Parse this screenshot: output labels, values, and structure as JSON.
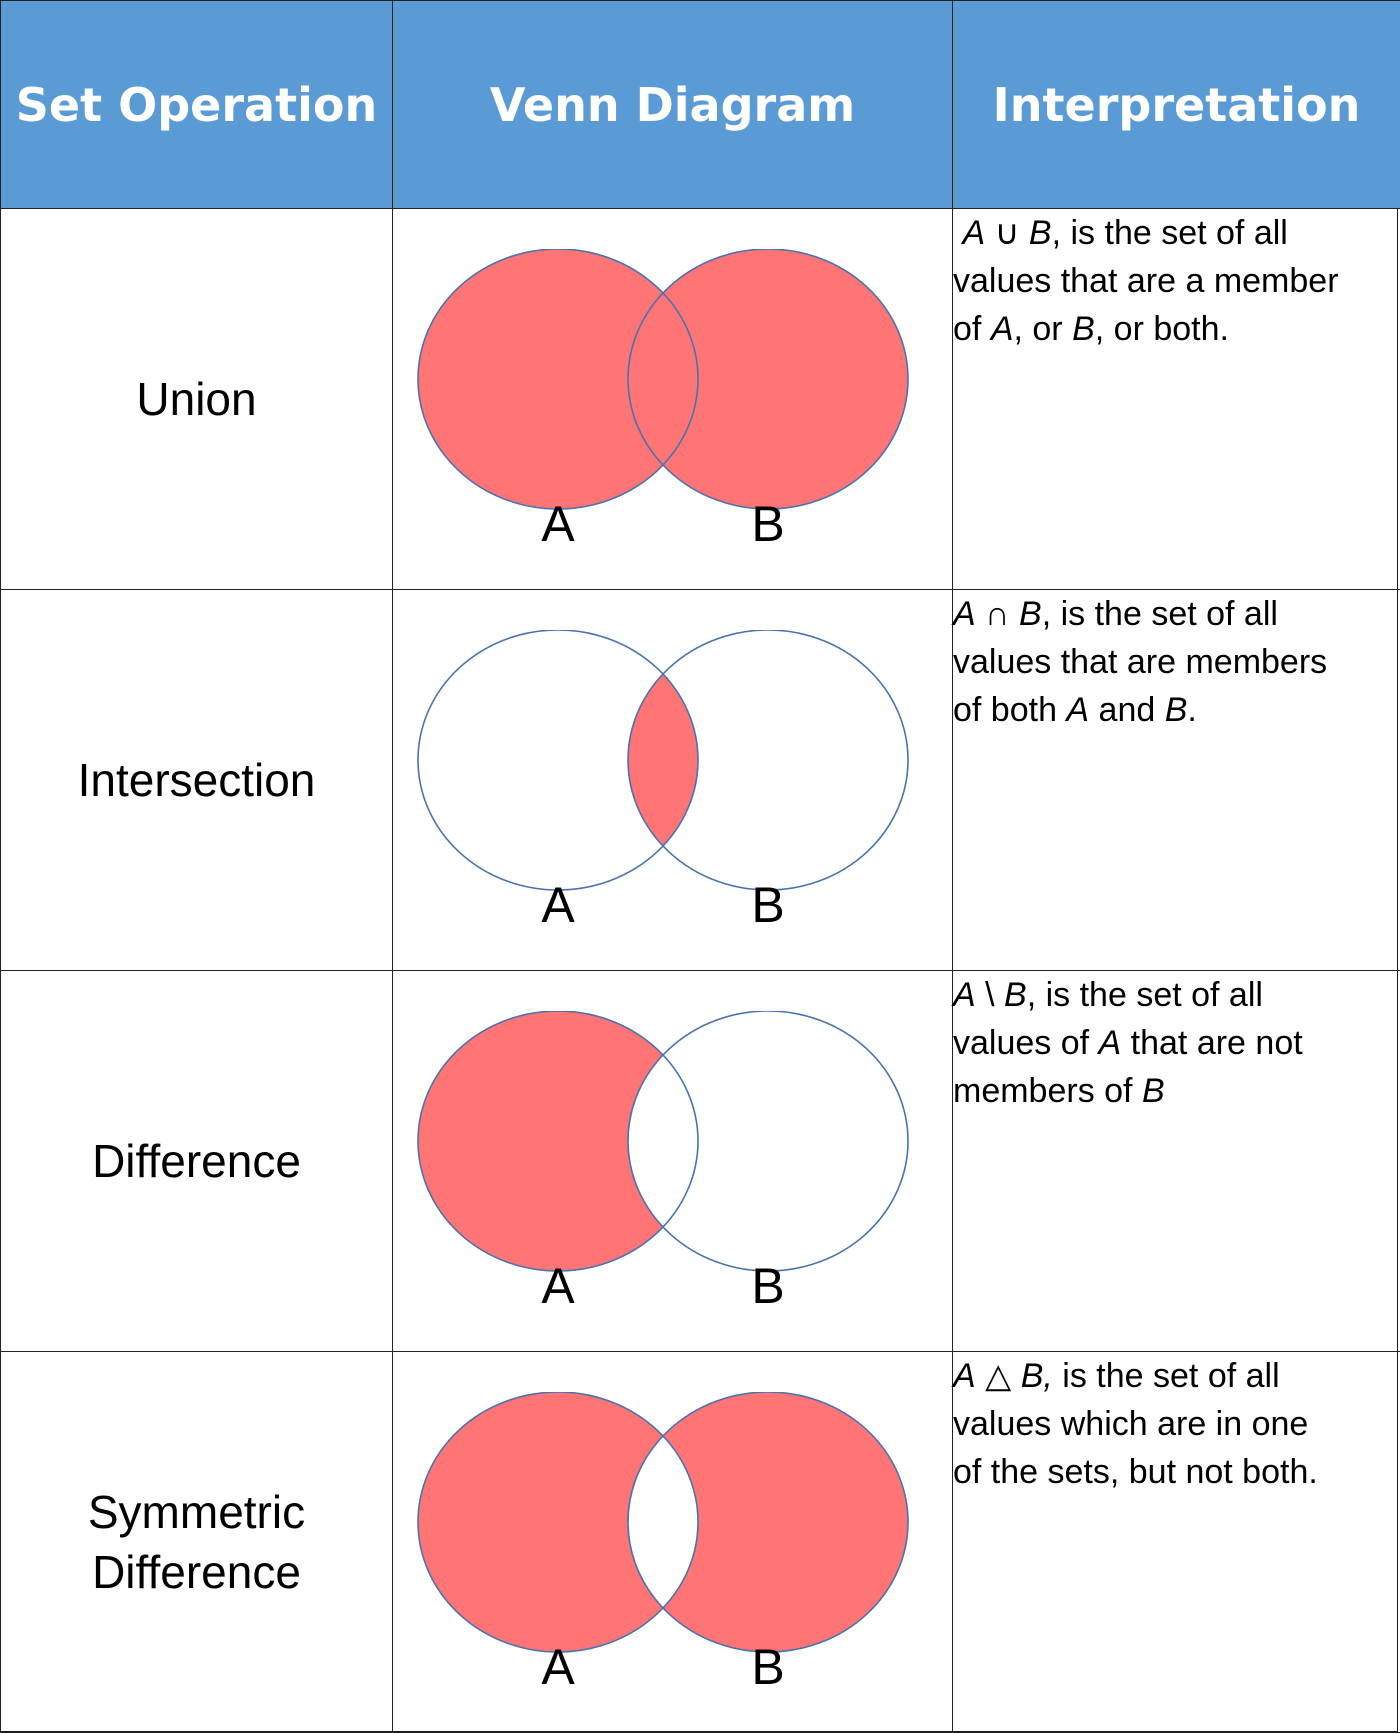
{
  "header": {
    "col1": "Set Operation",
    "col2": "Venn Diagram",
    "col3": "Interpretation"
  },
  "colors": {
    "header_bg": "#5b9bd5",
    "fill": "#ff7475",
    "outline": "#4a72b0"
  },
  "rows": [
    {
      "operation": "Union",
      "shade": "union",
      "set_a_label": "A",
      "set_b_label": "B",
      "interp": {
        "sym_a": "A",
        "symbol": " ∪ ",
        "sym_b": "B",
        "line1_rest": ", is the set of all",
        "line2": "values that are a member",
        "l3_p1": "of ",
        "l3_a": "A",
        "l3_p2": ", or ",
        "l3_b": "B",
        "l3_p3": ", or both."
      }
    },
    {
      "operation": "Intersection",
      "shade": "intersection",
      "set_a_label": "A",
      "set_b_label": "B",
      "interp": {
        "sym_a": "A",
        "symbol": " ∩ ",
        "sym_b": "B",
        "line1_rest": ", is the set of all",
        "line2": "values that are members",
        "l3_p1": "of both ",
        "l3_a": "A",
        "l3_p2": " and ",
        "l3_b": "B",
        "l3_p3": "."
      }
    },
    {
      "operation": "Difference",
      "shade": "difference",
      "set_a_label": "A",
      "set_b_label": "B",
      "interp": {
        "sym_a": "A",
        "symbol": " \\ ",
        "sym_b": "B",
        "line1_rest": ", is the set of all",
        "l2_p1": "values of ",
        "l2_a": "A",
        "l2_p2": " that are not",
        "l3_p1": "members of ",
        "l3_b": "B"
      }
    },
    {
      "operation_line1": "Symmetric",
      "operation_line2": "Difference",
      "shade": "symmetric",
      "set_a_label": "A",
      "set_b_label": "B",
      "interp": {
        "sym_a": "A",
        "symbol": " △ ",
        "sym_b": "B,",
        "line1_rest": " is the set of all",
        "line2": "values which are in one",
        "line3": "of the sets, but not both."
      }
    }
  ]
}
